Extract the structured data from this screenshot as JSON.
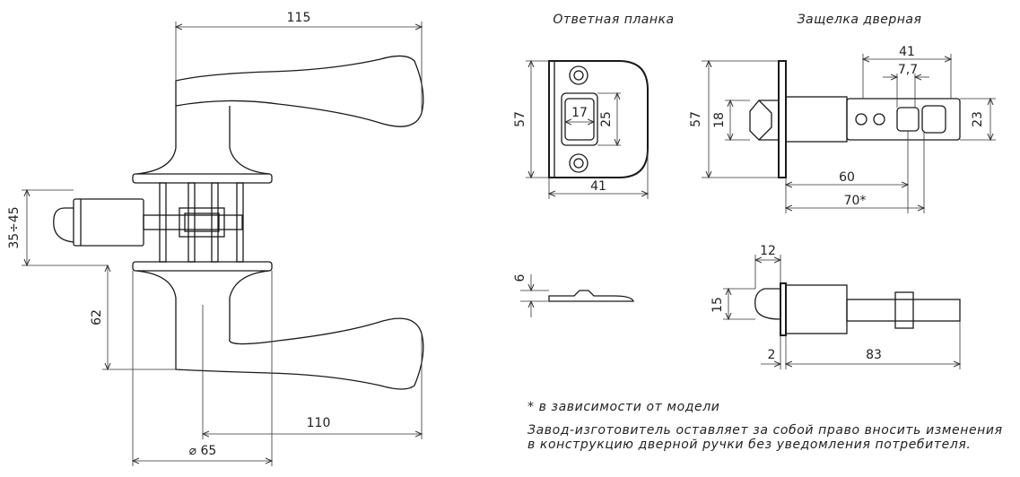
{
  "titles": {
    "strike_plate": "Ответная планка",
    "latch": "Защелка дверная"
  },
  "dims": {
    "overall_width": "115",
    "backset": "35÷45",
    "handle_height": "62",
    "rosette_diameter": "⌀ 65",
    "handle_length": "110",
    "plate_height": "57",
    "plate_opening_w": "17",
    "plate_opening_h": "25",
    "plate_width": "41",
    "plate_thickness": "6",
    "latch_face_height": "57",
    "latch_bolt_height": "18",
    "latch_41": "41",
    "latch_7_7": "7,7",
    "latch_23": "23",
    "latch_60": "60",
    "latch_70": "70*",
    "bolt_12": "12",
    "bolt_15": "15",
    "face_2": "2",
    "latch_83": "83"
  },
  "notes": {
    "footnote": "* в зависимости от модели",
    "disclaimer_line1": "Завод-изготовитель оставляет за собой право вносить изменения",
    "disclaimer_line2": "в конструкцию дверной ручки без уведомления потребителя."
  }
}
